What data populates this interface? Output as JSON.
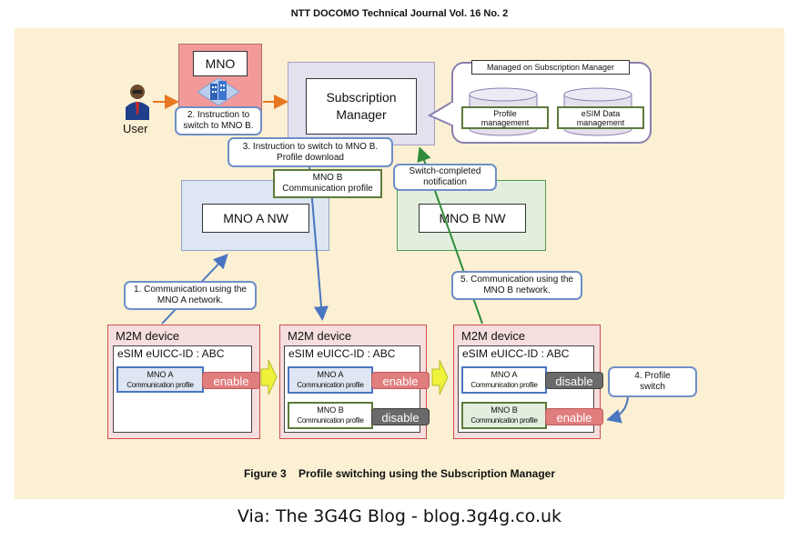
{
  "header": "NTT DOCOMO Technical Journal Vol. 16 No. 2",
  "user_label": "User",
  "mno_label": "MNO",
  "subscription_manager_label": "Subscription Manager",
  "managed_on_label": "Managed on Subscription Manager",
  "profile_mgmt_label": "Profile management",
  "esim_mgmt_label": "eSIM Data management",
  "mno_a_nw": "MNO A NW",
  "mno_b_nw": "MNO B NW",
  "mno_b_comm_profile": "MNO B Communication profile",
  "steps": {
    "step1": "1. Communication using the MNO A network.",
    "step2": "2. Instruction to switch to MNO B.",
    "step3": "3. Instruction to switch to MNO B. Profile download",
    "step4": "4. Profile switch",
    "step5": "5. Communication using the MNO B network.",
    "switch_completed": "Switch-completed notification"
  },
  "devices": [
    {
      "title": "M2M device",
      "esim_label": "eSIM eUICC-ID : ABC",
      "profiles": [
        {
          "name": "MNO A",
          "sub": "Communication profile",
          "state": "enable"
        }
      ]
    },
    {
      "title": "M2M device",
      "esim_label": "eSIM eUICC-ID : ABC",
      "profiles": [
        {
          "name": "MNO A",
          "sub": "Communication profile",
          "state": "enable"
        },
        {
          "name": "MNO B",
          "sub": "Communication profile",
          "state": "disable"
        }
      ]
    },
    {
      "title": "M2M device",
      "esim_label": "eSIM eUICC-ID : ABC",
      "profiles": [
        {
          "name": "MNO A",
          "sub": "Communication profile",
          "state": "disable"
        },
        {
          "name": "MNO B",
          "sub": "Communication profile",
          "state": "enable"
        }
      ]
    }
  ],
  "figure_caption": "Figure 3    Profile switching using the Subscription Manager",
  "via": "Via: The 3G4G Blog - blog.3g4g.co.uk",
  "colors": {
    "panel": "#fbf0d3",
    "mno_box": "#f29a9a",
    "subscription_manager_box": "#e4e0ee",
    "mno_a_nw_box": "#dde6f2",
    "mno_b_nw_box": "#e3efde",
    "enable": "#e07d7d",
    "disable": "#6a6a6a",
    "arrow_orange": "#e87722",
    "arrow_blue": "#4a75c0",
    "arrow_green": "#2e8b3a",
    "transition_arrow": "#eef23a"
  }
}
